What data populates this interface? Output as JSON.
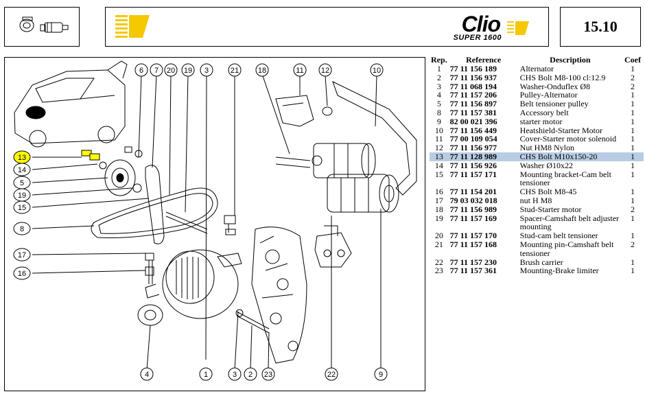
{
  "header": {
    "logo_main": "Clio",
    "logo_sub": "SUPER 1600",
    "page_number": "15.10",
    "accent_color": "#f5c800"
  },
  "table": {
    "headers": {
      "rep": "Rep.",
      "reference": "Reference",
      "description": "Description",
      "coef": "Coef"
    },
    "highlighted_rep": "13",
    "rows": [
      {
        "rep": "1",
        "ref": "77 11 156 189",
        "desc": "Alternator",
        "coef": "1"
      },
      {
        "rep": "2",
        "ref": "77 11 156 937",
        "desc": "CHS Bolt M8-100 cl:12.9",
        "coef": "2"
      },
      {
        "rep": "3",
        "ref": "77 11 068 194",
        "desc": "Washer-Onduflex Ø8",
        "coef": "2"
      },
      {
        "rep": "4",
        "ref": "77 11 157 206",
        "desc": "Pulley-Alternator",
        "coef": "1"
      },
      {
        "rep": "5",
        "ref": "77 11 156 897",
        "desc": "Belt tensioner pulley",
        "coef": "1"
      },
      {
        "rep": "8",
        "ref": "77 11 157 381",
        "desc": "Accessory belt",
        "coef": "1"
      },
      {
        "rep": "9",
        "ref": "82 00 021 396",
        "desc": "starter motor",
        "coef": "1"
      },
      {
        "rep": "10",
        "ref": "77 11 156 449",
        "desc": "Heatshield-Starter Motor",
        "coef": "1"
      },
      {
        "rep": "11",
        "ref": "77 00 109 054",
        "desc": "Cover-Starter motor solenoid",
        "coef": "1"
      },
      {
        "rep": "12",
        "ref": "77 11 156 977",
        "desc": "Nut HM8 Nylon",
        "coef": "1"
      },
      {
        "rep": "13",
        "ref": "77 11 128 989",
        "desc": "CHS Bolt M10x150-20",
        "coef": "1"
      },
      {
        "rep": "14",
        "ref": "77 11 156 926",
        "desc": "Washer Ø10x22",
        "coef": "1"
      },
      {
        "rep": "15",
        "ref": "77 11 157 171",
        "desc": "Mounting bracket-Cam belt tensioner",
        "coef": "1"
      },
      {
        "rep": "16",
        "ref": "77 11 154 201",
        "desc": "CHS Bolt M8-45",
        "coef": "1"
      },
      {
        "rep": "17",
        "ref": "79 03 032 018",
        "desc": "nut H M8",
        "coef": "1"
      },
      {
        "rep": "18",
        "ref": "77 11 156 989",
        "desc": "Stud-Starter motor",
        "coef": "2"
      },
      {
        "rep": "19",
        "ref": "77 11 157 169",
        "desc": "Spacer-Camshaft belt adjuster mounting",
        "coef": "1"
      },
      {
        "rep": "20",
        "ref": "77 11 157 170",
        "desc": "Stud-cam belt tensioner",
        "coef": "1"
      },
      {
        "rep": "21",
        "ref": "77 11 157 168",
        "desc": "Mounting pin-Camshaft belt tensioner",
        "coef": "2"
      },
      {
        "rep": "22",
        "ref": "77 11 157 230",
        "desc": "Brush carrier",
        "coef": "1"
      },
      {
        "rep": "23",
        "ref": "77 11 157 361",
        "desc": "Mounting-Brake limiter",
        "coef": "1"
      }
    ]
  },
  "diagram": {
    "callouts": {
      "c1": "1",
      "c2": "2",
      "c3": "3",
      "c4": "4",
      "c5": "5",
      "c6": "6",
      "c7": "7",
      "c8": "8",
      "c9": "9",
      "c10": "10",
      "c11": "11",
      "c12": "12",
      "c13": "13",
      "c14": "14",
      "c15": "15",
      "c16": "16",
      "c17": "17",
      "c18": "18",
      "c19": "19",
      "c20": "20",
      "c21": "21",
      "c22": "22",
      "c23": "23"
    },
    "highlight_color": "#ffff00"
  }
}
